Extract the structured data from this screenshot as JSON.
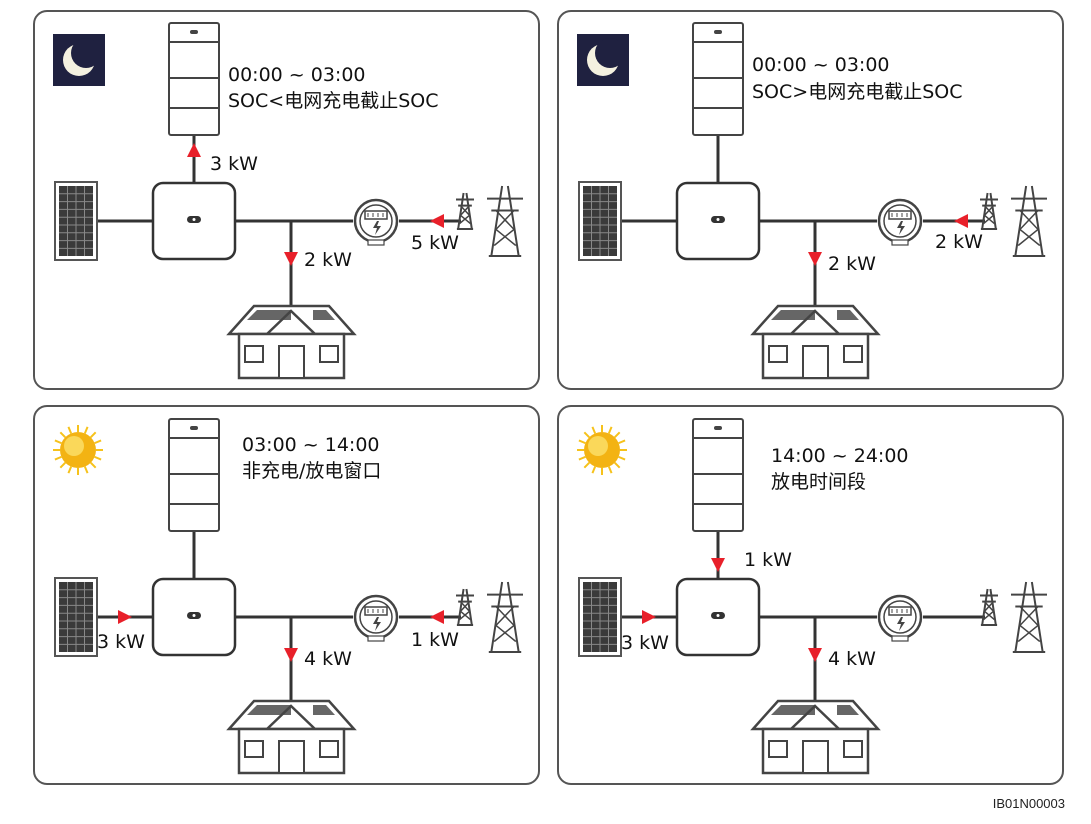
{
  "panels": [
    {
      "id": "p1",
      "icon": "moon-icon",
      "time": "00:00 ~ 03:00",
      "mode": "SOC<电网充电截止SOC",
      "battery_flow": "3 kW",
      "battery_dir": "up",
      "pv_flow": "",
      "home_flow": "2 kW",
      "grid_flow": "5 kW"
    },
    {
      "id": "p2",
      "icon": "moon-icon",
      "time": "00:00 ~ 03:00",
      "mode": "SOC>电网充电截止SOC",
      "battery_flow": "",
      "battery_dir": "none",
      "pv_flow": "",
      "home_flow": "2 kW",
      "grid_flow": "2 kW"
    },
    {
      "id": "p3",
      "icon": "sun-icon",
      "time": "03:00 ~ 14:00",
      "mode": "非充电/放电窗口",
      "battery_flow": "",
      "battery_dir": "none",
      "pv_flow": "3 kW",
      "home_flow": "4 kW",
      "grid_flow": "1 kW"
    },
    {
      "id": "p4",
      "icon": "sun-icon",
      "time": "14:00 ~ 24:00",
      "mode": "放电时间段",
      "battery_flow": "1 kW",
      "battery_dir": "down",
      "pv_flow": "3 kW",
      "home_flow": "4 kW",
      "grid_flow": ""
    }
  ],
  "footer_code": "IB01N00003",
  "colors": {
    "arrow": "#e8202a",
    "line": "#333333",
    "frame": "#555555"
  }
}
